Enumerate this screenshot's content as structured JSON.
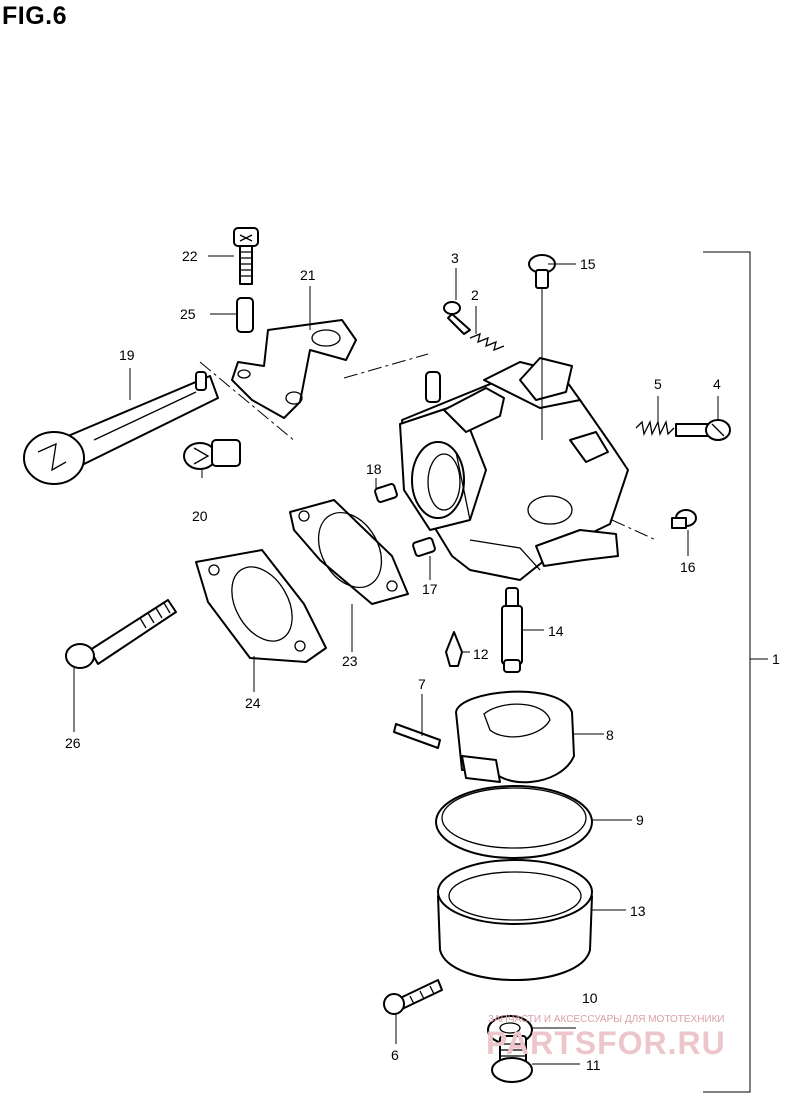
{
  "figure": {
    "title": "FIG.6"
  },
  "callouts": [
    "1",
    "2",
    "3",
    "4",
    "5",
    "6",
    "7",
    "8",
    "9",
    "10",
    "11",
    "12",
    "13",
    "14",
    "15",
    "16",
    "17",
    "18",
    "19",
    "20",
    "21",
    "22",
    "23",
    "24",
    "25",
    "26"
  ],
  "watermark": {
    "tagline": "ЗАПЧАСТИ И АКСЕССУАРЫ ДЛЯ МОТОТЕХНИКИ",
    "brand": "PARTSFOR.RU"
  }
}
